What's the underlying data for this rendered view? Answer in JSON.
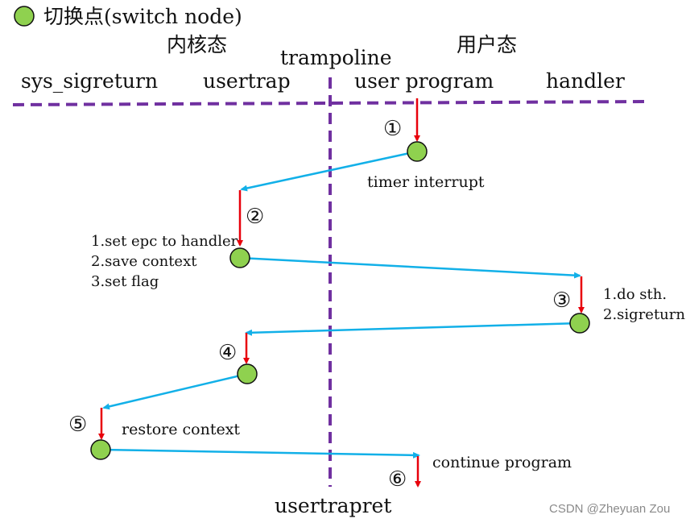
{
  "legend": {
    "label": "切换点(switch node)",
    "color": "#8fd14f"
  },
  "headers": {
    "kernel_space": "内核态",
    "user_space": "用户态",
    "trampoline": "trampoline",
    "sys_sigreturn": "sys_sigreturn",
    "usertrap": "usertrap",
    "user_program": "user program",
    "handler": "handler",
    "usertrapret": "usertrapret"
  },
  "steps": [
    "①",
    "②",
    "③",
    "④",
    "⑤",
    "⑥"
  ],
  "annotations": {
    "timer_interrupt": "timer interrupt",
    "usertrap_1": "1.set epc to handler",
    "usertrap_2": "2.save context",
    "usertrap_3": "3.set flag",
    "handler_1": "1.do sth.",
    "handler_2": "2.sigreturn",
    "restore": "restore context",
    "continue": "continue program"
  },
  "watermark": "CSDN @Zheyuan Zou",
  "colors": {
    "divider": "#7030a0",
    "red_arrow": "#e8000b",
    "blue_arrow": "#12b0e8",
    "node_fill": "#8fd14f",
    "node_stroke": "#111111"
  }
}
